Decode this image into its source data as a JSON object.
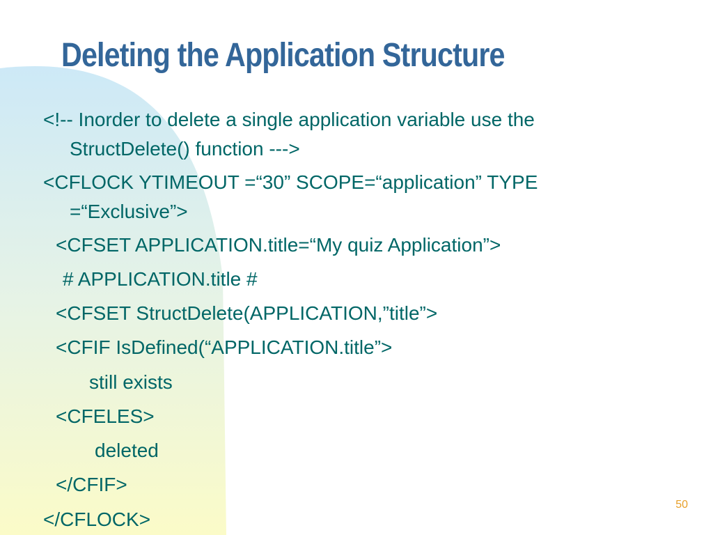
{
  "slide": {
    "title": "Deleting the Application Structure",
    "lines": [
      "<!-- Inorder to delete a single application variable use the",
      "StructDelete() function --->",
      "<CFLOCK YTIMEOUT =“30” SCOPE=“application” TYPE",
      "=“Exclusive”>",
      "<CFSET APPLICATION.title=“My quiz Application”>",
      "# APPLICATION.title #",
      "<CFSET StructDelete(APPLICATION,”title”>",
      "<CFIF IsDefined(“APPLICATION.title”>",
      "still exists",
      "<CFELES>",
      "deleted",
      "</CFIF>",
      "</CFLOCK>"
    ],
    "page_number": "50"
  },
  "colors": {
    "title": "#336699",
    "body_text": "#006666",
    "page_number": "#e8a02a",
    "backdrop_top": "#cde9f7",
    "backdrop_bottom": "#fbfbc8"
  }
}
